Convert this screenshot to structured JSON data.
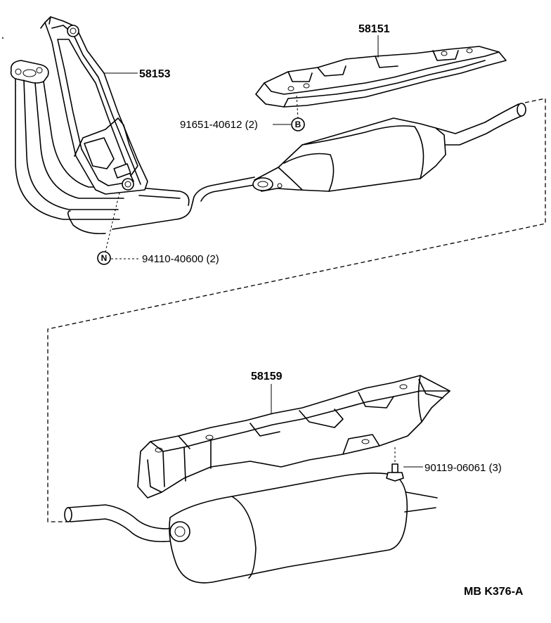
{
  "labels": {
    "part_58151": "58151",
    "part_58153": "58153",
    "part_58159": "58159",
    "bolt_91651": "91651-40612 (2)",
    "nut_94110": "94110-40600 (2)",
    "bolt_90119": "90119-06061 (3)",
    "callout_b": "B",
    "callout_n": "N",
    "figure_code": "MB  K376-A"
  }
}
